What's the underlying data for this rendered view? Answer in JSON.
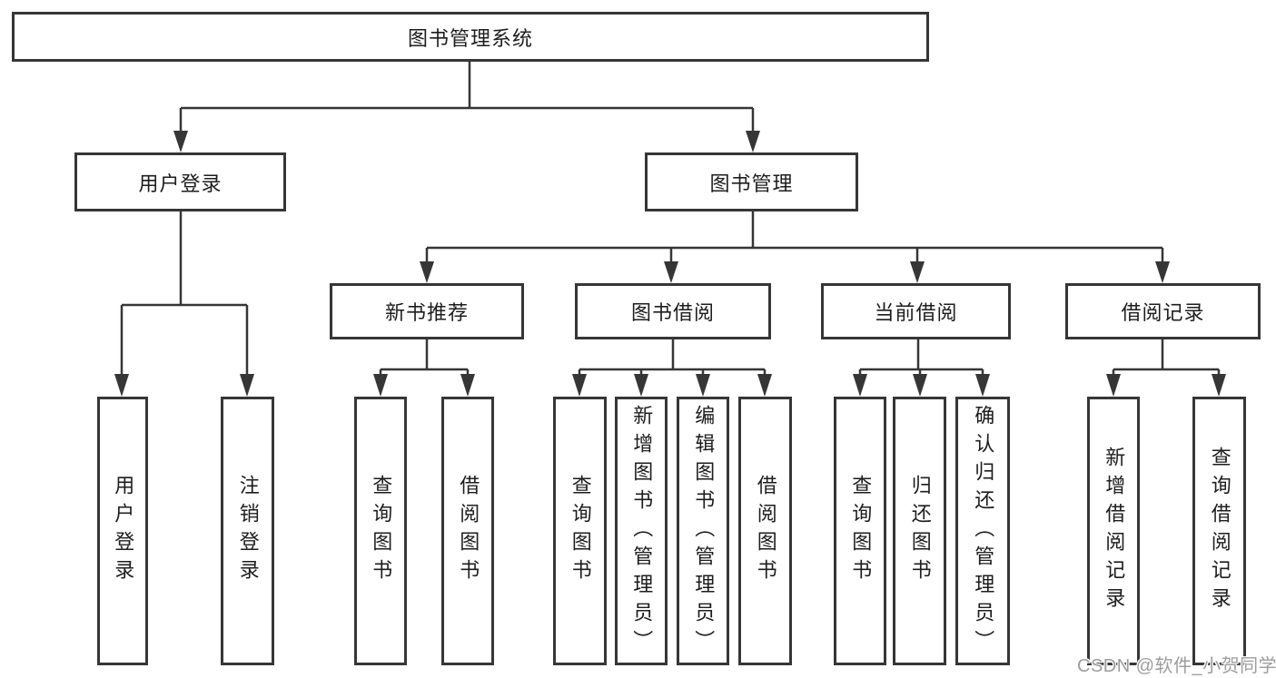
{
  "diagram": {
    "root": {
      "label": "图书管理系统"
    },
    "branches": [
      {
        "label": "用户登录",
        "children": [
          {
            "label": "用户登录"
          },
          {
            "label": "注销登录"
          }
        ]
      },
      {
        "label": "图书管理",
        "children": [
          {
            "label": "新书推荐",
            "children": [
              {
                "label": "查询图书"
              },
              {
                "label": "借阅图书"
              }
            ]
          },
          {
            "label": "图书借阅",
            "children": [
              {
                "label": "查询图书"
              },
              {
                "label": "新增图书（管理员）"
              },
              {
                "label": "编辑图书（管理员）"
              },
              {
                "label": "借阅图书"
              }
            ]
          },
          {
            "label": "当前借阅",
            "children": [
              {
                "label": "查询图书"
              },
              {
                "label": "归还图书"
              },
              {
                "label": "确认归还（管理员）"
              }
            ]
          },
          {
            "label": "借阅记录",
            "children": [
              {
                "label": "新增借阅记录"
              },
              {
                "label": "查询借阅记录"
              }
            ]
          }
        ]
      }
    ]
  },
  "watermark": {
    "text": "CSDN @软件_小贺同学"
  },
  "colors": {
    "line": "#363636",
    "text": "#1d1d1d",
    "watermark": "#9d9d9d",
    "background": "#ffffff"
  }
}
